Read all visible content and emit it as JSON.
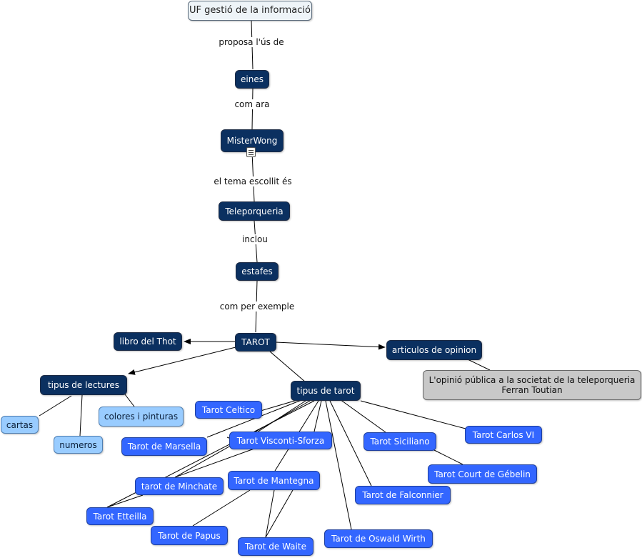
{
  "colors": {
    "dark_node": "#0b3060",
    "blue_node": "#3366ff",
    "light_node": "#99ccff",
    "root_node": "#eef4f8",
    "note_node": "#c8c8c8"
  },
  "nodes": {
    "uf": "UF gestió de la informació",
    "eines": "eines",
    "misterwong": "MisterWong",
    "teleporqueria": "Teleporqueria",
    "estafes": "estafes",
    "tarot": "TAROT",
    "libro_thot": "libro del Thot",
    "articulos": "articulos de opinion",
    "opinio_line1": "L'opinió pública a la societat de la teleporqueria",
    "opinio_line2": "Ferran Toutian",
    "tipus_lectures": "tipus de lectures",
    "tipus_tarot": "tipus de tarot",
    "cartas": "cartas",
    "numeros": "numeros",
    "colores": "colores i pinturas",
    "celtico": "Tarot Celtico",
    "marsella": "Tarot de Marsella",
    "visconti": "Tarot Visconti-Sforza",
    "siciliano": "Tarot Siciliano",
    "carlos": "Tarot Carlos VI",
    "court": "Tarot Court de Gébelin",
    "minchate": "tarot de Minchate",
    "mantegna": "Tarot de Mantegna",
    "falconnier": "Tarot de Falconnier",
    "etteilla": "Tarot Etteilla",
    "papus": "Tarot de Papus",
    "waite": "Tarot de Waite",
    "oswald": "Tarot de Oswald Wirth"
  },
  "links": {
    "proposa": "proposa l'ús de",
    "com_ara": "com ara",
    "tema": "el tema escollit és",
    "inclou": "inclou",
    "exemple": "com per exemple"
  },
  "icons": {
    "resource": "document-icon"
  }
}
